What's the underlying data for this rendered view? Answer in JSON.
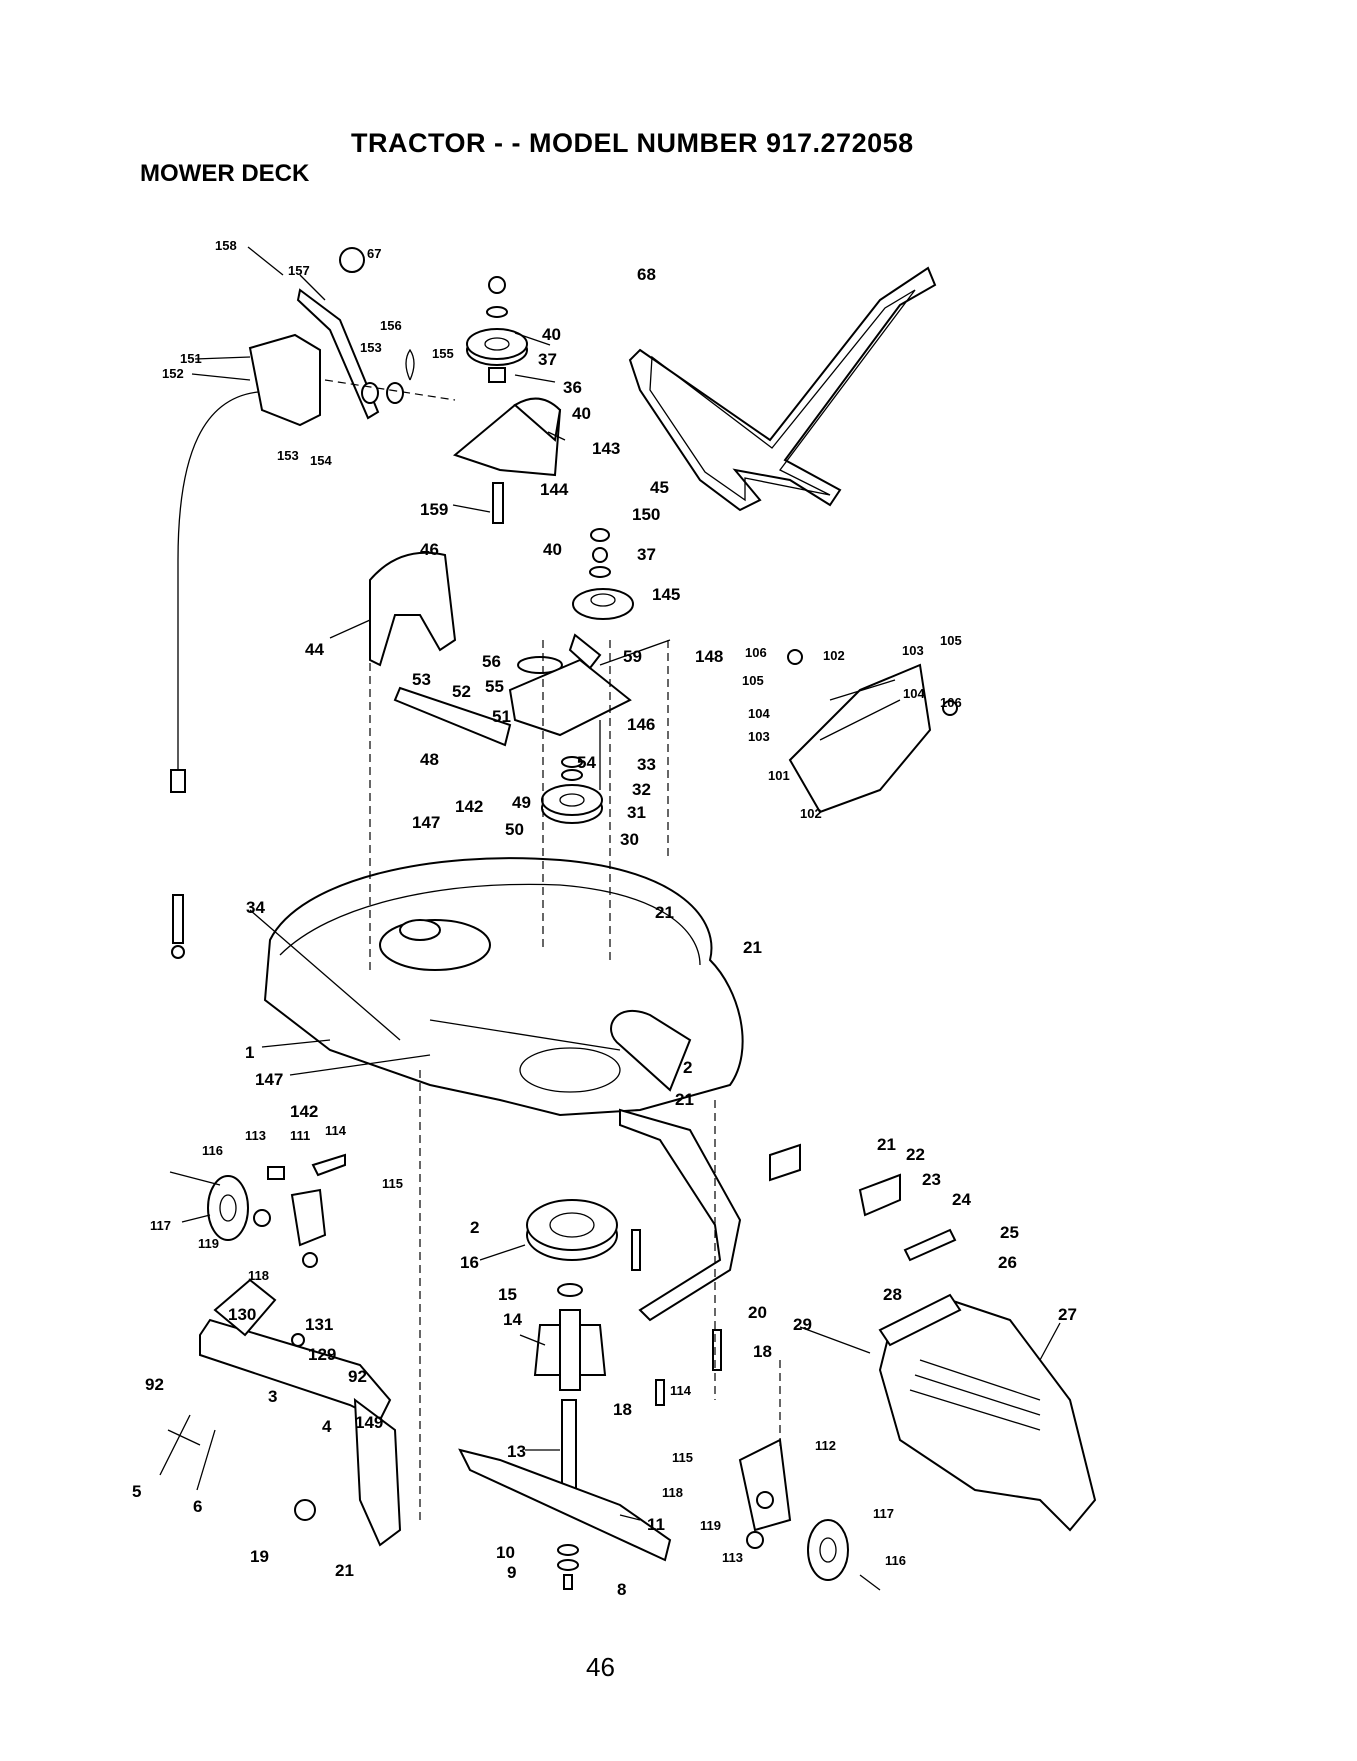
{
  "header": {
    "title": "TRACTOR - - MODEL NUMBER 917.272058",
    "section": "MOWER DECK"
  },
  "footer": {
    "page_number": "46"
  },
  "callouts": [
    {
      "id": "c158",
      "text": "158"
    },
    {
      "id": "c157",
      "text": "157"
    },
    {
      "id": "c67",
      "text": "67"
    },
    {
      "id": "c151",
      "text": "151"
    },
    {
      "id": "c152",
      "text": "152"
    },
    {
      "id": "c156",
      "text": "156"
    },
    {
      "id": "c153a",
      "text": "153"
    },
    {
      "id": "c155",
      "text": "155"
    },
    {
      "id": "c153b",
      "text": "153"
    },
    {
      "id": "c154",
      "text": "154"
    },
    {
      "id": "c40a",
      "text": "40"
    },
    {
      "id": "c37a",
      "text": "37"
    },
    {
      "id": "c36",
      "text": "36"
    },
    {
      "id": "c40b",
      "text": "40"
    },
    {
      "id": "c143",
      "text": "143"
    },
    {
      "id": "c144",
      "text": "144"
    },
    {
      "id": "c159",
      "text": "159"
    },
    {
      "id": "c68",
      "text": "68"
    },
    {
      "id": "c45",
      "text": "45"
    },
    {
      "id": "c150",
      "text": "150"
    },
    {
      "id": "c40c",
      "text": "40"
    },
    {
      "id": "c37b",
      "text": "37"
    },
    {
      "id": "c145",
      "text": "145"
    },
    {
      "id": "c46",
      "text": "46"
    },
    {
      "id": "c44",
      "text": "44"
    },
    {
      "id": "c56",
      "text": "56"
    },
    {
      "id": "c59",
      "text": "59"
    },
    {
      "id": "c148",
      "text": "148"
    },
    {
      "id": "c53",
      "text": "53"
    },
    {
      "id": "c52",
      "text": "52"
    },
    {
      "id": "c55",
      "text": "55"
    },
    {
      "id": "c51",
      "text": "51"
    },
    {
      "id": "c146",
      "text": "146"
    },
    {
      "id": "c48",
      "text": "48"
    },
    {
      "id": "c54",
      "text": "54"
    },
    {
      "id": "c33",
      "text": "33"
    },
    {
      "id": "c32",
      "text": "32"
    },
    {
      "id": "c49",
      "text": "49"
    },
    {
      "id": "c142a",
      "text": "142"
    },
    {
      "id": "c147a",
      "text": "147"
    },
    {
      "id": "c50",
      "text": "50"
    },
    {
      "id": "c31",
      "text": "31"
    },
    {
      "id": "c30",
      "text": "30"
    },
    {
      "id": "c34",
      "text": "34"
    },
    {
      "id": "c21a",
      "text": "21"
    },
    {
      "id": "c21b",
      "text": "21"
    },
    {
      "id": "c106a",
      "text": "106"
    },
    {
      "id": "c102a",
      "text": "102"
    },
    {
      "id": "c103a",
      "text": "103"
    },
    {
      "id": "c105a",
      "text": "105"
    },
    {
      "id": "c105b",
      "text": "105"
    },
    {
      "id": "c104a",
      "text": "104"
    },
    {
      "id": "c103b",
      "text": "103"
    },
    {
      "id": "c104b",
      "text": "104"
    },
    {
      "id": "c106b",
      "text": "106"
    },
    {
      "id": "c101",
      "text": "101"
    },
    {
      "id": "c102b",
      "text": "102"
    },
    {
      "id": "c1",
      "text": "1"
    },
    {
      "id": "c147b",
      "text": "147"
    },
    {
      "id": "c142b",
      "text": "142"
    },
    {
      "id": "c2a",
      "text": "2"
    },
    {
      "id": "c21c",
      "text": "21"
    },
    {
      "id": "c113a",
      "text": "113"
    },
    {
      "id": "c111",
      "text": "111"
    },
    {
      "id": "c114a",
      "text": "114"
    },
    {
      "id": "c116a",
      "text": "116"
    },
    {
      "id": "c115a",
      "text": "115"
    },
    {
      "id": "c117a",
      "text": "117"
    },
    {
      "id": "c119a",
      "text": "119"
    },
    {
      "id": "c118a",
      "text": "118"
    },
    {
      "id": "c2b",
      "text": "2"
    },
    {
      "id": "c16",
      "text": "16"
    },
    {
      "id": "c15",
      "text": "15"
    },
    {
      "id": "c14",
      "text": "14"
    },
    {
      "id": "c20",
      "text": "20"
    },
    {
      "id": "c18a",
      "text": "18"
    },
    {
      "id": "c114b",
      "text": "114"
    },
    {
      "id": "c18b",
      "text": "18"
    },
    {
      "id": "c21d",
      "text": "21"
    },
    {
      "id": "c22",
      "text": "22"
    },
    {
      "id": "c23",
      "text": "23"
    },
    {
      "id": "c24",
      "text": "24"
    },
    {
      "id": "c25",
      "text": "25"
    },
    {
      "id": "c26",
      "text": "26"
    },
    {
      "id": "c28",
      "text": "28"
    },
    {
      "id": "c29",
      "text": "29"
    },
    {
      "id": "c27",
      "text": "27"
    },
    {
      "id": "c130",
      "text": "130"
    },
    {
      "id": "c131",
      "text": "131"
    },
    {
      "id": "c129",
      "text": "129"
    },
    {
      "id": "c92a",
      "text": "92"
    },
    {
      "id": "c92b",
      "text": "92"
    },
    {
      "id": "c3",
      "text": "3"
    },
    {
      "id": "c4",
      "text": "4"
    },
    {
      "id": "c149",
      "text": "149"
    },
    {
      "id": "c5",
      "text": "5"
    },
    {
      "id": "c6",
      "text": "6"
    },
    {
      "id": "c19",
      "text": "19"
    },
    {
      "id": "c21e",
      "text": "21"
    },
    {
      "id": "c13",
      "text": "13"
    },
    {
      "id": "c11",
      "text": "11"
    },
    {
      "id": "c10",
      "text": "10"
    },
    {
      "id": "c9",
      "text": "9"
    },
    {
      "id": "c8",
      "text": "8"
    },
    {
      "id": "c112",
      "text": "112"
    },
    {
      "id": "c115b",
      "text": "115"
    },
    {
      "id": "c118b",
      "text": "118"
    },
    {
      "id": "c119b",
      "text": "119"
    },
    {
      "id": "c117b",
      "text": "117"
    },
    {
      "id": "c113b",
      "text": "113"
    },
    {
      "id": "c116b",
      "text": "116"
    }
  ]
}
